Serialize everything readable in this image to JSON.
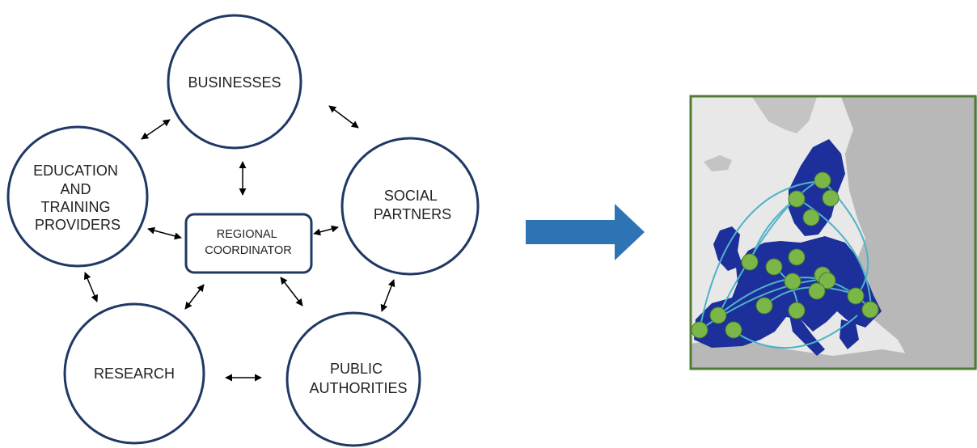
{
  "diagram": {
    "colors": {
      "stroke": "#1f3864",
      "arrow": "#000000",
      "big_arrow": "#2e74b5",
      "map_border": "#4f7c32",
      "map_sea": "#e8e8e8",
      "map_land": "#b8b8b8",
      "eu_land": "#1c2f9a",
      "city_dot": "#7ab648",
      "network_line": "#4fb3c7"
    },
    "nodes": {
      "businesses": {
        "lines": [
          "BUSINESSES"
        ]
      },
      "education": {
        "lines": [
          "EDUCATION",
          "AND",
          "TRAINING",
          "PROVIDERS"
        ]
      },
      "social": {
        "lines": [
          "SOCIAL",
          "PARTNERS"
        ]
      },
      "research": {
        "lines": [
          "RESEARCH"
        ]
      },
      "public": {
        "lines": [
          "PUBLIC",
          "AUTHORITIES"
        ]
      },
      "coordinator": {
        "lines": [
          "REGIONAL",
          "COORDINATOR"
        ]
      }
    },
    "map": {
      "icon": "europe-map-icon"
    }
  }
}
